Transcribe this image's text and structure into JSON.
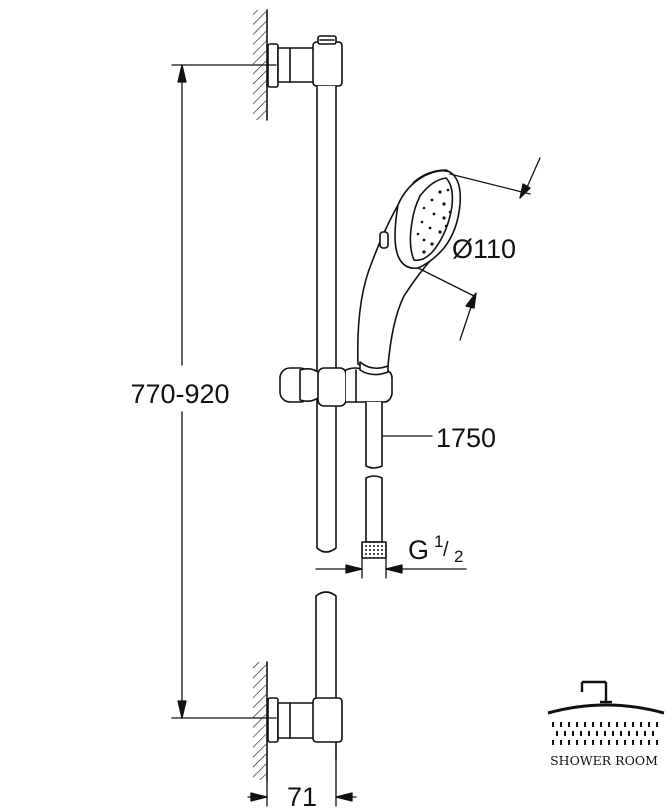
{
  "dimensions": {
    "height_range": "770-920",
    "head_diameter": "Ø110",
    "hose_length": "1750",
    "thread_g": "G",
    "thread_num": "1",
    "thread_den": "2",
    "wall_offset": "71"
  },
  "logo": {
    "text": "SHOWER ROOM",
    "icon": "shower-head-icon"
  },
  "colors": {
    "line": "#111111",
    "background": "#ffffff"
  }
}
